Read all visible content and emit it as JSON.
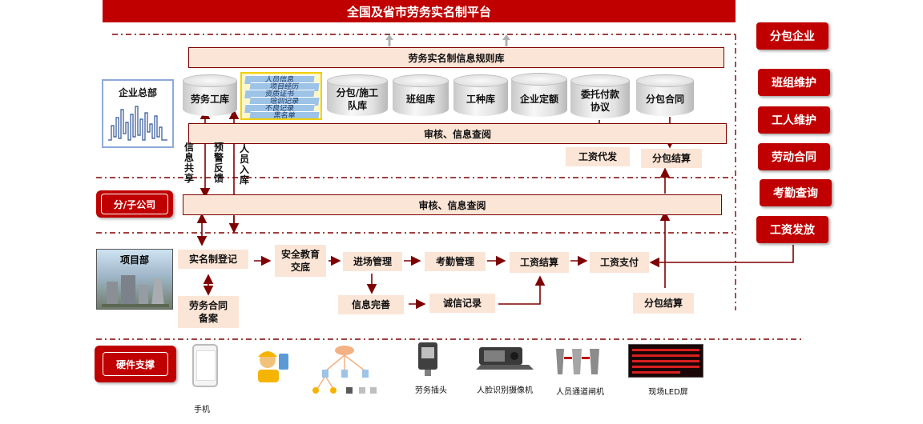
{
  "title": "全国及省市劳务实名制平台",
  "rules_library": "劳务实名制信息规则库",
  "hq": {
    "label": "企业总部"
  },
  "databases": {
    "labor": "劳务工库",
    "info_items": [
      "人员信息",
      "项目经历",
      "资质证书",
      "培训记录",
      "不良记录",
      "黑名单"
    ],
    "subcontract_team": "分包/施工队库",
    "team": "班组库",
    "trade": "工种库",
    "quota": "企业定额",
    "entrust": "委托付款协议",
    "subcontract_contract": "分包合同"
  },
  "review_top": "审核、信息查阅",
  "wage_proxy": "工资代发",
  "sub_settle_top": "分包结算",
  "vertical_labels": {
    "share": "信息共享",
    "warning": "预警反馈",
    "entry": "人员入库"
  },
  "branch": {
    "label": "分/子公司",
    "review": "审核、信息查阅"
  },
  "project": {
    "label": "项目部",
    "register": "实名制登记",
    "labor_contract": "劳务合同备案",
    "safety": "安全教育交底",
    "entry_mgmt": "进场管理",
    "attendance": "考勤管理",
    "wage_settle": "工资结算",
    "wage_pay": "工资支付",
    "info_complete": "信息完善",
    "credit": "诚信记录",
    "sub_settle": "分包结算"
  },
  "right_buttons": [
    "分包企业",
    "班组维护",
    "工人维护",
    "劳动合同",
    "考勤查询",
    "工资发放"
  ],
  "hardware": {
    "label": "硬件支撑",
    "items": [
      {
        "name": "phone",
        "caption": "手机"
      },
      {
        "name": "worker",
        "caption": ""
      },
      {
        "name": "network",
        "caption": ""
      },
      {
        "name": "labor-plug",
        "caption": "劳务插头"
      },
      {
        "name": "face-camera",
        "caption": "人脸识别摄像机"
      },
      {
        "name": "gate",
        "caption": "人员通道闸机"
      },
      {
        "name": "led",
        "caption": "现场LED屏"
      }
    ]
  },
  "colors": {
    "brand_red": "#c00000",
    "peach": "#fbe5d6",
    "dark_red": "#7f0000"
  }
}
